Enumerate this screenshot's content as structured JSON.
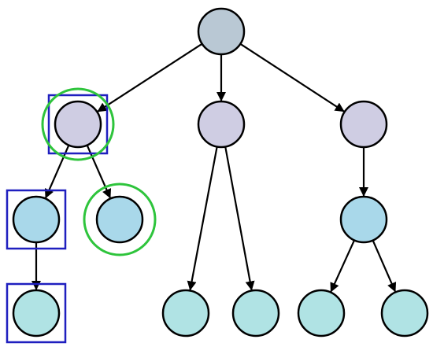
{
  "colors": {
    "root": "#b9c8d4",
    "level1": "#cfcde3",
    "level2": "#a9d8ea",
    "leaf": "#b0e3e4",
    "stroke": "#000000",
    "box_highlight": "#1f1fbf",
    "ring_highlight": "#2ec43c",
    "background": "#ffffff"
  },
  "nodes": [
    {
      "id": "root",
      "level": "root"
    },
    {
      "id": "a",
      "level": "level1",
      "parent": "root",
      "highlight": [
        "box",
        "ring"
      ]
    },
    {
      "id": "b",
      "level": "level1",
      "parent": "root"
    },
    {
      "id": "c",
      "level": "level1",
      "parent": "root"
    },
    {
      "id": "a1",
      "level": "level2",
      "parent": "a",
      "highlight": [
        "box"
      ]
    },
    {
      "id": "a2",
      "level": "level2",
      "parent": "a",
      "highlight": [
        "ring"
      ]
    },
    {
      "id": "c1",
      "level": "level2",
      "parent": "c"
    },
    {
      "id": "a1x",
      "level": "leaf",
      "parent": "a1",
      "highlight": [
        "box"
      ]
    },
    {
      "id": "b1",
      "level": "leaf",
      "parent": "b"
    },
    {
      "id": "b2",
      "level": "leaf",
      "parent": "b"
    },
    {
      "id": "c1a",
      "level": "leaf",
      "parent": "c1"
    },
    {
      "id": "c1b",
      "level": "leaf",
      "parent": "c1"
    }
  ],
  "edges": [
    [
      "root",
      "a"
    ],
    [
      "root",
      "b"
    ],
    [
      "root",
      "c"
    ],
    [
      "a",
      "a1"
    ],
    [
      "a",
      "a2"
    ],
    [
      "a1",
      "a1x"
    ],
    [
      "b",
      "b1"
    ],
    [
      "b",
      "b2"
    ],
    [
      "c",
      "c1"
    ],
    [
      "c1",
      "c1a"
    ],
    [
      "c1",
      "c1b"
    ]
  ]
}
